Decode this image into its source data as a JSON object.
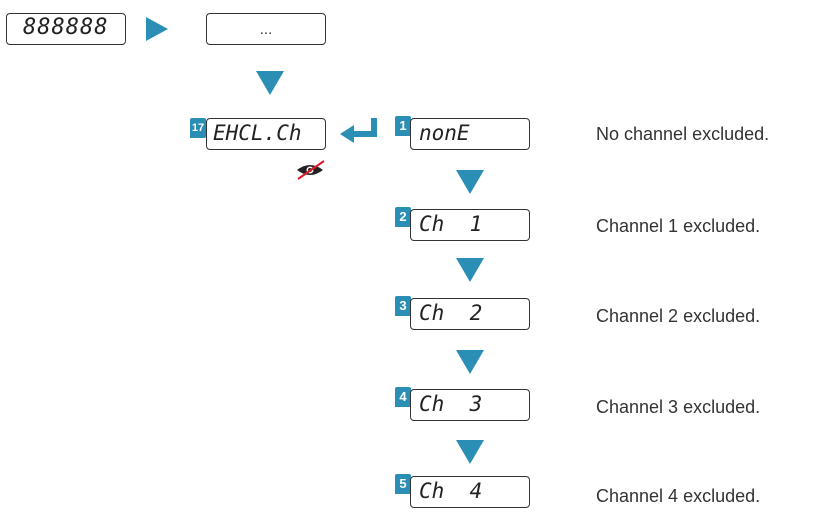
{
  "top_display": {
    "text": "888888"
  },
  "next_box": {
    "text": "..."
  },
  "menu": {
    "number": "17",
    "label": "EHCL.Ch"
  },
  "hidden_icon": "eye-crossed-icon",
  "options": [
    {
      "number": "1",
      "display": "nonE",
      "description": "No channel excluded."
    },
    {
      "number": "2",
      "display": "Ch  1",
      "description": "Channel 1 excluded."
    },
    {
      "number": "3",
      "display": "Ch  2",
      "description": "Channel 2 excluded."
    },
    {
      "number": "4",
      "display": "Ch  3",
      "description": "Channel 3 excluded."
    },
    {
      "number": "5",
      "display": "Ch  4",
      "description": "Channel 4 excluded."
    }
  ],
  "colors": {
    "arrow": "#2b8eb5",
    "badge": "#2b8eb5",
    "eye_strike": "#e0192b",
    "border": "#333333"
  }
}
